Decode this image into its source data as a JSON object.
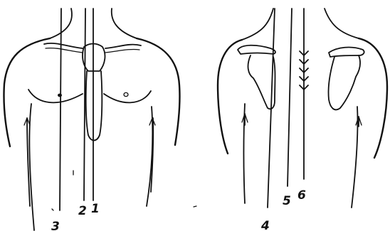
{
  "figure": {
    "line_labels": [
      "1",
      "2",
      "3",
      "4",
      "5",
      "6"
    ]
  }
}
